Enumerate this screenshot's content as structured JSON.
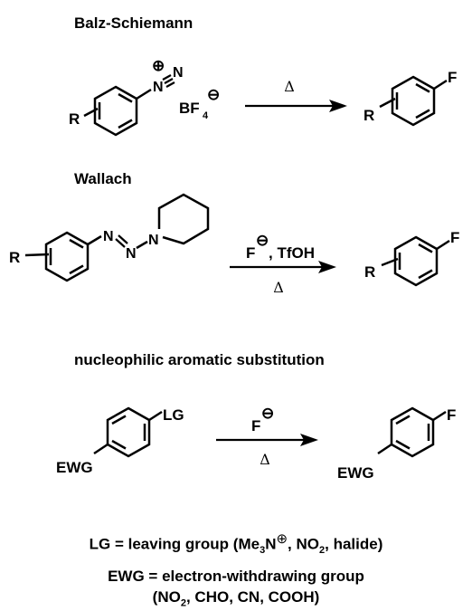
{
  "reactions": [
    {
      "title": "Balz-Schiemann",
      "reactant": {
        "substituent": "R",
        "n1": "N",
        "n2": "N",
        "charge_plus": "⊕",
        "counterion": "BF",
        "counterion_sub": "4",
        "charge_minus": "⊖"
      },
      "condition_above": "Δ",
      "product": {
        "substituent": "R",
        "group": "F"
      }
    },
    {
      "title": "Wallach",
      "reactant": {
        "substituent": "R",
        "n1": "N",
        "n2": "N",
        "n3": "N"
      },
      "condition_above": {
        "reagent": "F",
        "charge": "⊖",
        "rest": ", TfOH"
      },
      "condition_below": "Δ",
      "product": {
        "substituent": "R",
        "group": "F"
      }
    },
    {
      "title": "nucleophilic aromatic substitution",
      "reactant": {
        "group_top": "LG",
        "group_bottom": "EWG"
      },
      "condition_above": {
        "reagent": "F",
        "charge": "⊖"
      },
      "condition_below": "Δ",
      "product": {
        "group_top": "F",
        "group_bottom": "EWG"
      }
    }
  ],
  "footnotes": {
    "lg": {
      "prefix": "LG = leaving group (Me",
      "sub1": "3",
      "mid1": "N",
      "charge": "⊕",
      "mid2": ", NO",
      "sub2": "2",
      "suffix": ", halide)"
    },
    "ewg": {
      "line1": "EWG = electron-withdrawing group",
      "line2_prefix": "(NO",
      "line2_sub": "2",
      "line2_suffix": ", CHO, CN, COOH)"
    }
  }
}
